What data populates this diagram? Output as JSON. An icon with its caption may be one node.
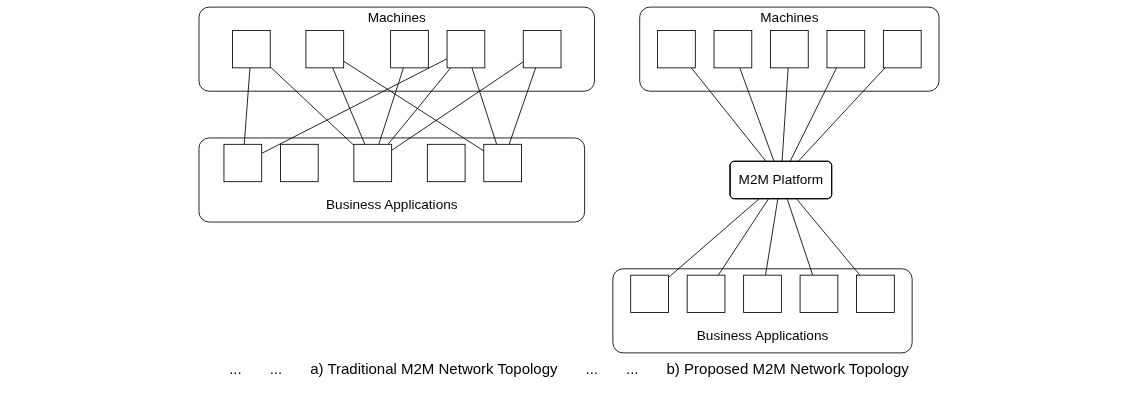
{
  "diagram": {
    "nodes": [
      {
        "text": [
          "Machines"
        ]
      },
      {
        "text": [],
        "shape": "box",
        "in": 0
      },
      {
        "text": [],
        "shape": "box",
        "in": 0
      },
      {
        "text": [],
        "shape": "box",
        "in": 0
      },
      {
        "text": [],
        "shape": "box",
        "in": 0
      },
      {
        "text": [],
        "shape": "box",
        "in": 0
      },
      {
        "text": [
          "Business Applications"
        ]
      },
      {
        "text": [],
        "shape": "box",
        "in": 6
      },
      {
        "text": [],
        "shape": "box",
        "in": 6
      },
      {
        "text": [],
        "shape": "box",
        "in": 6
      },
      {
        "text": [],
        "shape": "box",
        "in": 6
      },
      {
        "text": [],
        "shape": "box",
        "in": 6
      },
      {
        "text": [
          "Machines"
        ]
      },
      {
        "text": [],
        "shape": "box",
        "in": 12
      },
      {
        "text": [],
        "shape": "box",
        "in": 12
      },
      {
        "text": [],
        "shape": "box",
        "in": 12
      },
      {
        "text": [],
        "shape": "box",
        "in": 12
      },
      {
        "text": [],
        "shape": "box",
        "in": 12
      },
      {
        "text": [
          "M2M Platform"
        ]
      },
      {
        "text": [
          "Business Applications"
        ]
      },
      {
        "text": [],
        "shape": "box",
        "in": 19
      },
      {
        "text": [],
        "shape": "box",
        "in": 19
      },
      {
        "text": [],
        "shape": "box",
        "in": 19
      },
      {
        "text": [],
        "shape": "box",
        "in": 19
      },
      {
        "text": [],
        "shape": "box",
        "in": 19
      }
    ],
    "edges": [
      {
        "from": 1,
        "to": 7,
        "arrow": "none"
      },
      {
        "from": 1,
        "to": 9,
        "arrow": "none"
      },
      {
        "from": 2,
        "to": 9,
        "arrow": "none"
      },
      {
        "from": 2,
        "to": 11,
        "arrow": "none"
      },
      {
        "from": 3,
        "to": 9,
        "arrow": "none"
      },
      {
        "from": 4,
        "to": 7,
        "arrow": "none"
      },
      {
        "from": 4,
        "to": 9,
        "arrow": "none"
      },
      {
        "from": 4,
        "to": 11,
        "arrow": "none"
      },
      {
        "from": 5,
        "to": 9,
        "arrow": "none"
      },
      {
        "from": 5,
        "to": 11,
        "arrow": "none"
      },
      {
        "from": 13,
        "to": 18,
        "arrow": "none"
      },
      {
        "from": 14,
        "to": 18,
        "arrow": "none"
      },
      {
        "from": 15,
        "to": 18,
        "arrow": "none"
      },
      {
        "from": 16,
        "to": 18,
        "arrow": "none"
      },
      {
        "from": 17,
        "to": 18,
        "arrow": "none"
      },
      {
        "from": 18,
        "to": 20,
        "arrow": "none"
      },
      {
        "from": 18,
        "to": 21,
        "arrow": "none"
      },
      {
        "from": 18,
        "to": 22,
        "arrow": "none"
      },
      {
        "from": 18,
        "to": 23,
        "arrow": "none"
      },
      {
        "from": 18,
        "to": 24,
        "arrow": "none"
      }
    ],
    "labels": [
      "...",
      "...",
      "a) Traditional M2M Network Topology",
      "...",
      "...",
      "b) Proposed M2M Network Topology"
    ]
  }
}
